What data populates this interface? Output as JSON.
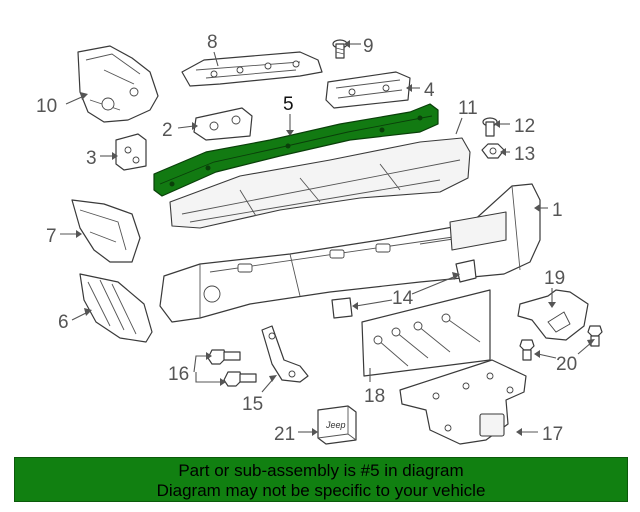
{
  "diagram": {
    "callouts": {
      "c1": "1",
      "c2": "2",
      "c3": "3",
      "c4": "4",
      "c5": "5",
      "c6": "6",
      "c7": "7",
      "c8": "8",
      "c9": "9",
      "c10": "10",
      "c11": "11",
      "c12": "12",
      "c13": "13",
      "c14": "14",
      "c15": "15",
      "c16": "16",
      "c17": "17",
      "c18": "18",
      "c19": "19",
      "c20": "20",
      "c21": "21"
    },
    "highlighted_callout": "5",
    "logo_text": "Jeep",
    "highlight_color": "#127a12"
  },
  "banner": {
    "line1": "Part or sub-assembly is #5 in diagram",
    "line2": "Diagram may not be specific to your vehicle",
    "background": "#118011"
  }
}
